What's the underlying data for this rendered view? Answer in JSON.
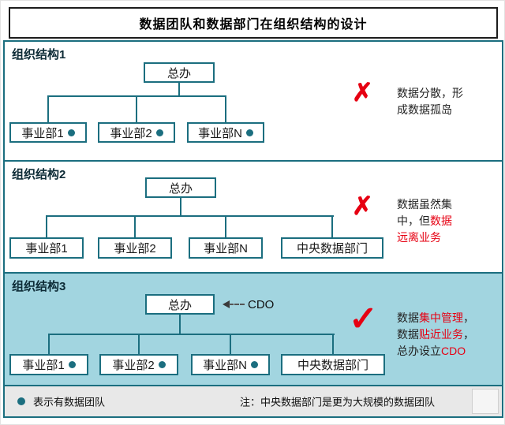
{
  "title": "数据团队和数据部门在组织结构的设计",
  "colors": {
    "teal": "#1b6e7f",
    "red": "#e60012",
    "section3_bg": "#a2d5e0",
    "footer_bg": "#e8e8e8"
  },
  "sections": [
    {
      "label": "组织结构1",
      "root": "总办",
      "children": [
        {
          "label": "事业部1",
          "has_data_team": true
        },
        {
          "label": "事业部2",
          "has_data_team": true
        },
        {
          "label": "事业部N",
          "has_data_team": true
        }
      ],
      "verdict": "✗",
      "note_segments": [
        {
          "text": "数据分散，形成数据孤岛",
          "red": false
        }
      ]
    },
    {
      "label": "组织结构2",
      "root": "总办",
      "children": [
        {
          "label": "事业部1",
          "has_data_team": false
        },
        {
          "label": "事业部2",
          "has_data_team": false
        },
        {
          "label": "事业部N",
          "has_data_team": false
        },
        {
          "label": "中央数据部门",
          "has_data_team": false
        }
      ],
      "verdict": "✗",
      "note_segments": [
        {
          "text": "数据虽然集中，但",
          "red": false
        },
        {
          "text": "数据远离业务",
          "red": true
        }
      ]
    },
    {
      "label": "组织结构3",
      "root": "总办",
      "cdo_label": "CDO",
      "children": [
        {
          "label": "事业部1",
          "has_data_team": true
        },
        {
          "label": "事业部2",
          "has_data_team": true
        },
        {
          "label": "事业部N",
          "has_data_team": true
        },
        {
          "label": "中央数据部门",
          "has_data_team": false
        }
      ],
      "verdict": "✓",
      "note_segments": [
        {
          "text": "数据",
          "red": false
        },
        {
          "text": "集中管理",
          "red": true
        },
        {
          "text": "，数据",
          "red": false
        },
        {
          "text": "贴近业务",
          "red": true
        },
        {
          "text": "，总办设立",
          "red": false
        },
        {
          "text": "CDO",
          "red": true
        }
      ]
    }
  ],
  "footer": {
    "legend_text": "表示有数据团队",
    "note_text": "注：中央数据部门是更为大规模的数据团队"
  }
}
